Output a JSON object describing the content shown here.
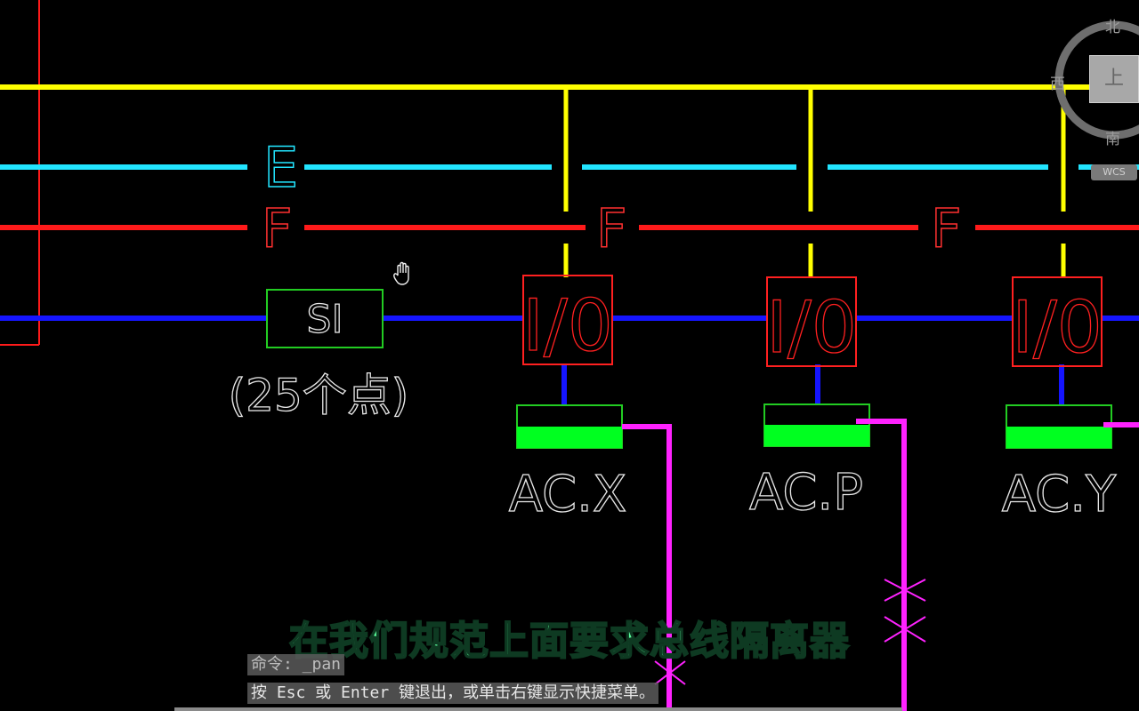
{
  "drawing": {
    "bus_labels": {
      "e": "E",
      "f": "F"
    },
    "si_module": {
      "label": "SI",
      "caption": "(25个点)"
    },
    "io_modules": [
      {
        "label": "I/0",
        "device": "AC.X"
      },
      {
        "label": "I/0",
        "device": "AC.P"
      },
      {
        "label": "I/0",
        "device": "AC.Y"
      }
    ],
    "colors": {
      "yellow_bus": "#ffff00",
      "cyan_bus": "#22e5ff",
      "red_bus": "#ff1a1a",
      "blue_bus": "#1515ff",
      "magenta_line": "#ff22ff",
      "green_fill": "#00ff20",
      "module_box": "#ff2020",
      "si_box": "#22cc22"
    },
    "cursor_icon": "pan-hand-icon"
  },
  "viewcube": {
    "north": "北",
    "west": "西",
    "south": "南",
    "face": "上",
    "wcs": "WCS"
  },
  "subtitle": "在我们规范上面要求总线隔离器",
  "command": {
    "history": "命令: _pan",
    "prompt": "按 Esc 或 Enter 键退出，或单击右键显示快捷菜单。"
  }
}
